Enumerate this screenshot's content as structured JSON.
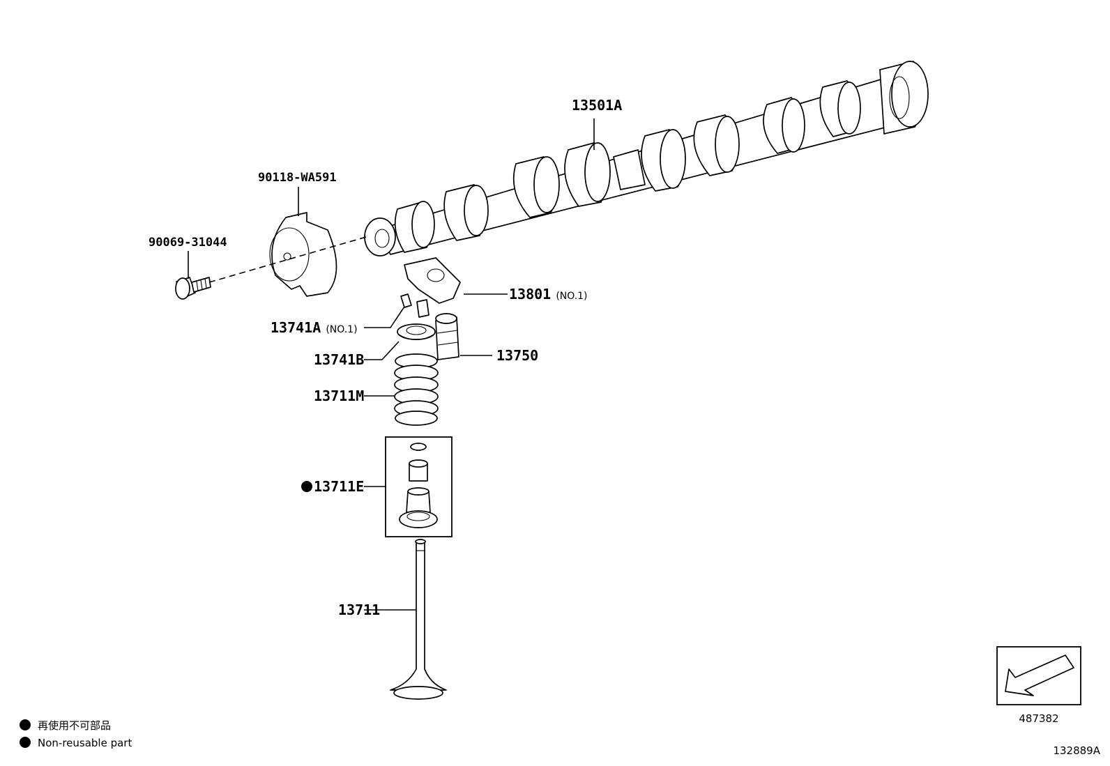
{
  "labels": {
    "camshaft": "13501A",
    "washer_part": "90118-WA591",
    "bolt": "90069-31044",
    "rocker_arm": "13801",
    "rocker_arm_suffix": "(NO.1)",
    "retainer_lock": "13741A",
    "retainer_lock_suffix": "(NO.1)",
    "retainer": "13741B",
    "lash_adjuster": "13750",
    "valve_spring": "13711M",
    "seal_set": "13711E",
    "valve": "13711"
  },
  "legend": {
    "line_jp": "再使用不可部品",
    "line_en": "Non-reusable part"
  },
  "direction_box": {
    "code": "487382"
  },
  "figure_code": "132889A"
}
